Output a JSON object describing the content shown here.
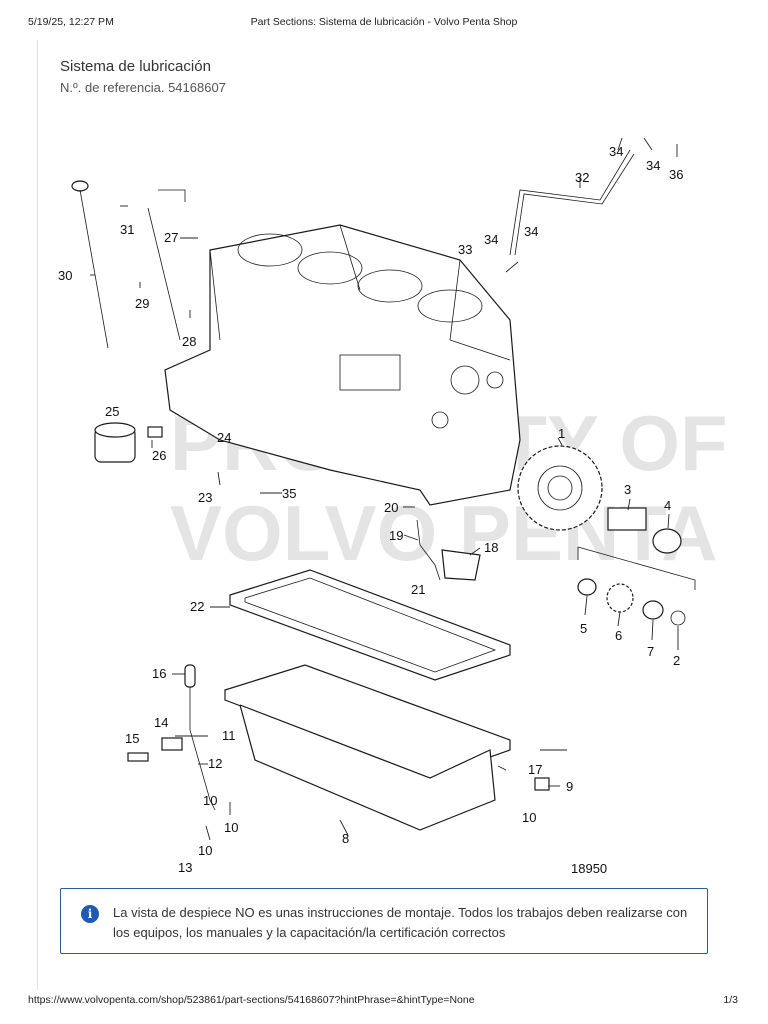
{
  "print_header": {
    "date": "5/19/25, 12:27 PM",
    "title": "Part Sections: Sistema de lubricación - Volvo Penta Shop"
  },
  "section": {
    "title": "Sistema de lubricación",
    "reference": "N.º. de referencia. 54168607"
  },
  "diagram": {
    "figure_number": "18950",
    "watermark_line1": "PROPERTY OF",
    "watermark_line2": "VOLVO PENTA",
    "callouts": [
      "1",
      "2",
      "3",
      "4",
      "5",
      "6",
      "7",
      "8",
      "9",
      "10",
      "10",
      "10",
      "10",
      "11",
      "12",
      "13",
      "14",
      "15",
      "16",
      "17",
      "18",
      "19",
      "20",
      "21",
      "22",
      "23",
      "24",
      "25",
      "26",
      "27",
      "28",
      "29",
      "30",
      "31",
      "32",
      "33",
      "34",
      "34",
      "34",
      "34",
      "35",
      "36"
    ]
  },
  "notice": {
    "icon": "info-icon",
    "accent_color": "#1f5bb5",
    "text": "La vista de despiece NO es unas instrucciones de montaje. Todos los trabajos deben realizarse con los equipos, los manuales y la capacitación/la certificación correctos"
  },
  "print_footer": {
    "url": "https://www.volvopenta.com/shop/523861/part-sections/54168607?hintPhrase=&hintType=None",
    "page": "1/3"
  }
}
